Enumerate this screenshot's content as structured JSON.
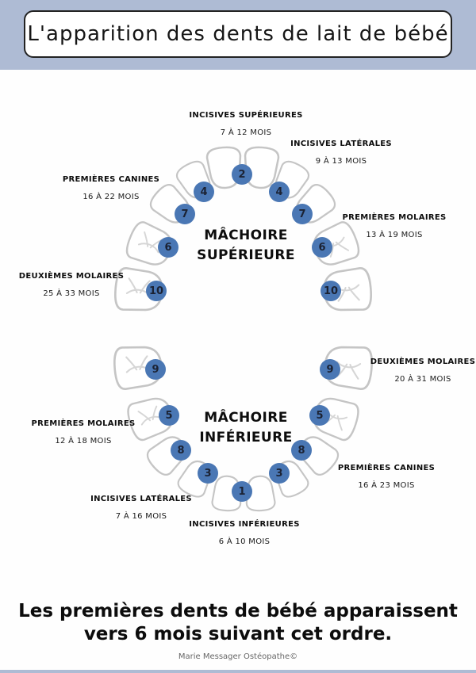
{
  "header": {
    "title": "L'apparition des dents de lait de bébé"
  },
  "colors": {
    "background": "#aebbd4",
    "panel": "#fefefe",
    "badge": "#4a77b4",
    "tooth_outline": "#c5c5c5",
    "text": "#0d0d0d"
  },
  "upper_jaw": {
    "title_line1": "MÂCHOIRE",
    "title_line2": "SUPÉRIEURE",
    "annotations": [
      {
        "label": "INCISIVES SUPÉRIEURES",
        "age": "7 À 12 MOIS"
      },
      {
        "label": "INCISIVES LATÉRALES",
        "age": "9 À 13 MOIS"
      },
      {
        "label": "PREMIÈRES CANINES",
        "age": "16 À 22 MOIS"
      },
      {
        "label": "PREMIÈRES MOLAIRES",
        "age": "13 À 19 MOIS"
      },
      {
        "label": "DEUXIÈMES MOLAIRES",
        "age": "25 À 33 MOIS"
      }
    ],
    "order_numbers": [
      "2",
      "4",
      "4",
      "7",
      "7",
      "6",
      "6",
      "10",
      "10"
    ]
  },
  "lower_jaw": {
    "title_line1": "MÂCHOIRE",
    "title_line2": "INFÉRIEURE",
    "annotations": [
      {
        "label": "DEUXIÈMES MOLAIRES",
        "age": "20 À 31 MOIS"
      },
      {
        "label": "PREMIÈRES MOLAIRES",
        "age": "12 À 18 MOIS"
      },
      {
        "label": "PREMIÈRES CANINES",
        "age": "16 À 23 MOIS"
      },
      {
        "label": "INCISIVES LATÉRALES",
        "age": "7 À 16 MOIS"
      },
      {
        "label": "INCISIVES INFÉRIEURES",
        "age": "6 À 10 MOIS"
      }
    ],
    "order_numbers": [
      "9",
      "9",
      "5",
      "5",
      "8",
      "8",
      "3",
      "3",
      "1"
    ]
  },
  "footer": {
    "line1": "Les premières dents de bébé apparaissent",
    "line2": "vers 6 mois suivant cet ordre.",
    "credit": "Marie Messager Ostéopathe©"
  }
}
